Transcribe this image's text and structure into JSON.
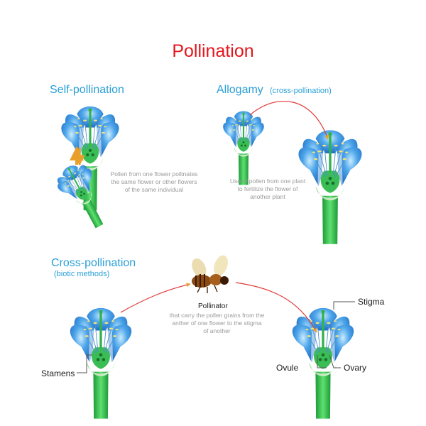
{
  "title": "Pollination",
  "self": {
    "heading": "Self-pollination",
    "note": "Pollen from one flower pollinates the same flower or other flowers of the same individual"
  },
  "allogamy": {
    "heading": "Allogamy",
    "qualifier": "(cross-pollination)",
    "note": "Use of pollen from one plant to fertilize the flower of another plant"
  },
  "cross": {
    "heading": "Cross-pollination",
    "qualifier": "(biotic methods)",
    "pollinator_label": "Pollinator",
    "pollinator_note": "that carry the pollen grains from the anther of one flower to the stigma of another"
  },
  "labels": {
    "stamens": "Stamens",
    "stigma": "Stigma",
    "ovule": "Ovule",
    "ovary": "Ovary"
  },
  "colors": {
    "title": "#e4161c",
    "heading": "#2a9fd6",
    "petal": "#2f86d6",
    "stem": "#2dbd4a",
    "pollen": "#f4e27a",
    "arrow": "#e23a3a"
  },
  "icons": {
    "flower": "flower-cross-section-icon",
    "bee": "bee-icon"
  }
}
